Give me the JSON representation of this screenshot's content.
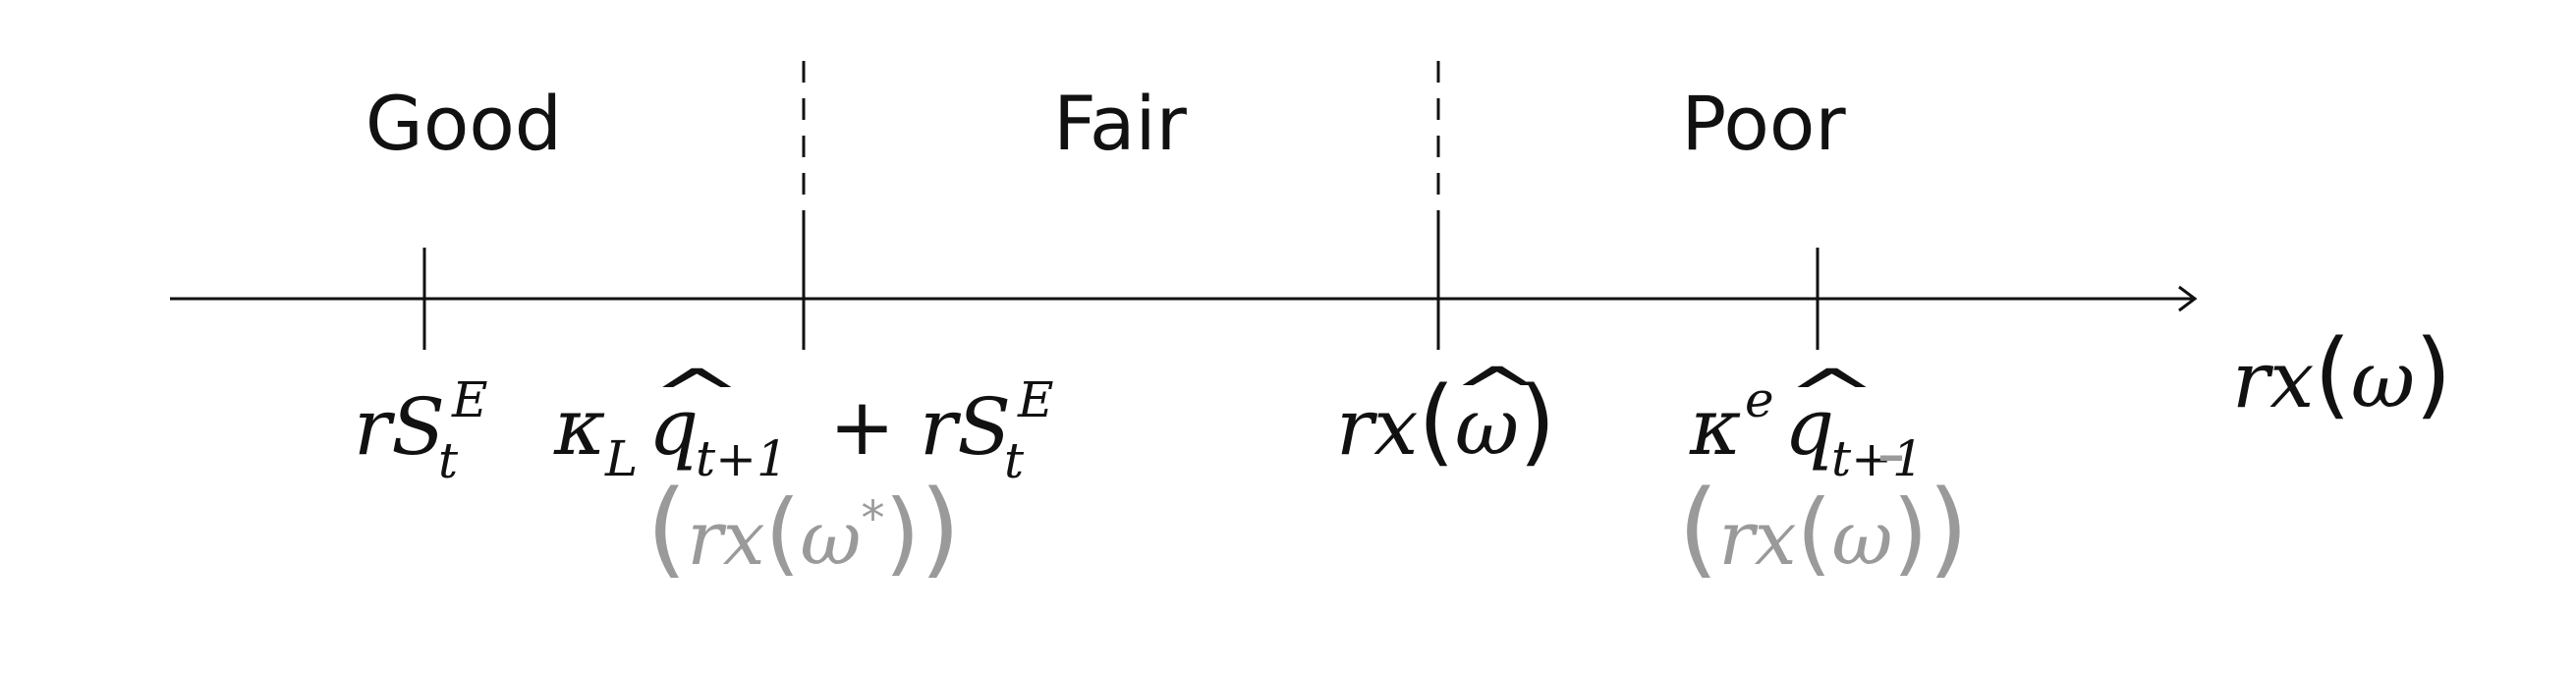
{
  "regions": {
    "good": "Good",
    "fair": "Fair",
    "poor": "Poor"
  },
  "axis": {
    "label_var": "rx",
    "label_lp": "(",
    "label_omega": "ω",
    "label_rp": ")"
  },
  "ticks": {
    "t1": {
      "base": "rS",
      "sup": "E",
      "sub": "t"
    },
    "t2": {
      "kappa": "κ",
      "kappa_sub": "L",
      "q": "q",
      "hat": "^",
      "q_sub": "t+1",
      "plus": "+",
      "base": "rS",
      "sup": "E",
      "sub": "t",
      "alt_open": "(",
      "alt_var": "rx",
      "alt_inner_open": "(",
      "alt_omega": "ω",
      "alt_star": "*",
      "alt_inner_close": ")",
      "alt_close": ")"
    },
    "t3": {
      "var": "rx",
      "open": "(",
      "omega": "ω",
      "hat": "^",
      "close": ")"
    },
    "t4": {
      "kappa": "κ",
      "kappa_sup": "e",
      "q": "q",
      "hat": "^",
      "q_sub": "t+1",
      "alt_open": "(",
      "alt_var": "rx",
      "alt_inner_open": "(",
      "alt_omega": "ω",
      "alt_bar": "¯",
      "alt_inner_close": ")",
      "alt_close": ")"
    }
  },
  "colors": {
    "ink": "#111111",
    "annotation": "#9a9a9a"
  }
}
